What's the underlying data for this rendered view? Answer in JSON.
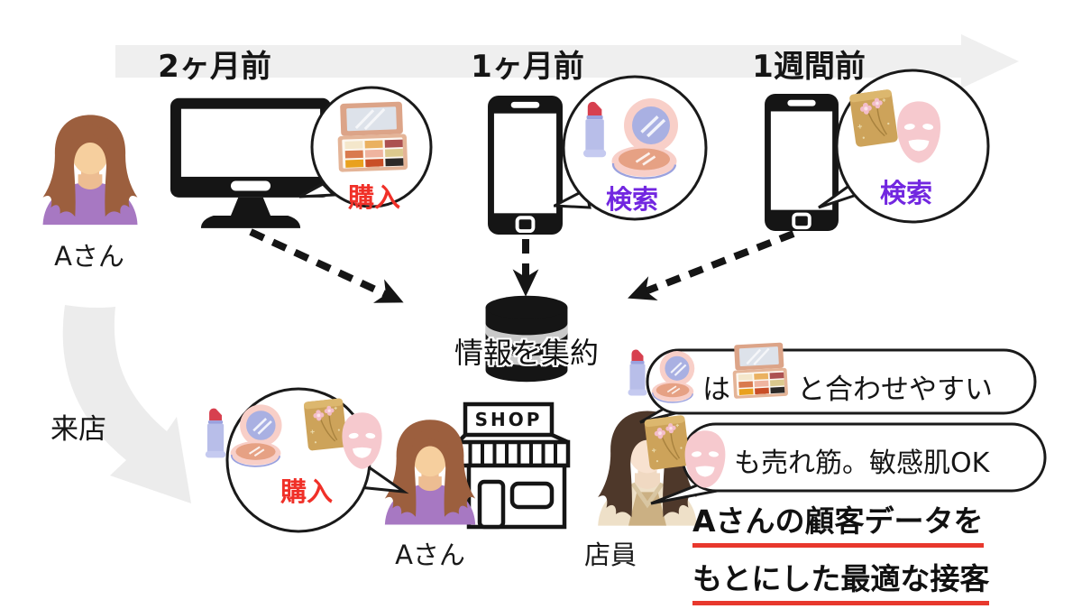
{
  "colors": {
    "accent_red": "#f03028",
    "accent_purple": "#7227e0",
    "underline_red": "#e8382d",
    "timeline_gray": "#efefef",
    "ink": "#151515"
  },
  "timeline": {
    "labels": [
      "2ヶ月前",
      "1ヶ月前",
      "1週間前"
    ]
  },
  "persons": {
    "customer_top": "Aさん",
    "customer_bottom": "Aさん",
    "clerk": "店員"
  },
  "actions": {
    "purchase_online": "購入",
    "search_month": "検索",
    "search_week": "検索",
    "purchase_store": "購入",
    "visit": "来店"
  },
  "database": {
    "label": "情報を集約"
  },
  "shop": {
    "sign": "SHOP"
  },
  "speech": {
    "pairing_particle": "は",
    "pairing_suffix": "と合わせやすい",
    "bestseller": "も売れ筋。敏感肌OK"
  },
  "conclusion": {
    "line1": "Aさんの顧客データを",
    "line2": "もとにした最適な接客"
  },
  "icons": {
    "customer": "woman-avatar",
    "clerk": "clerk-avatar",
    "device_2_months": "desktop-computer",
    "device_1_month": "smartphone",
    "device_1_week": "smartphone",
    "palette": "eyeshadow-palette",
    "lipstick": "lipstick",
    "compact": "powder-compact",
    "mask_pouch": "sheet-mask-pouch",
    "mask": "face-mask",
    "database": "database-cylinder",
    "shop": "storefront"
  }
}
